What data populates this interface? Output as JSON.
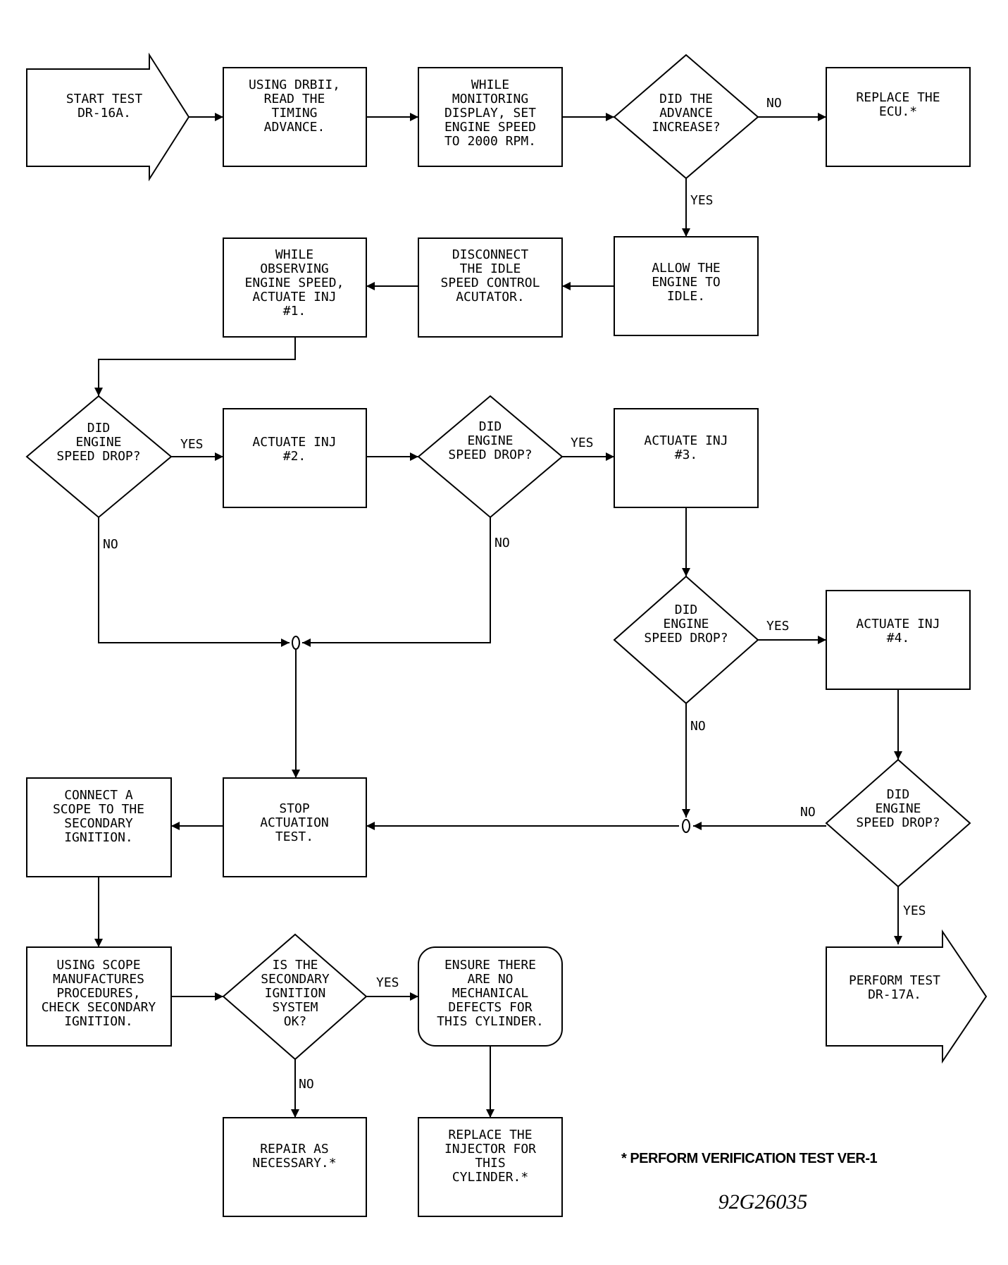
{
  "nodes": {
    "start": "START TEST\nDR-16A.",
    "read_timing": "USING DRBII,\nREAD THE\nTIMING\nADVANCE.",
    "set_speed": "WHILE\nMONITORING\nDISPLAY, SET\nENGINE SPEED\nTO 2000 RPM.",
    "advance_increase": "DID THE\nADVANCE\nINCREASE?",
    "replace_ecu": "REPLACE THE\nECU.*",
    "allow_idle": "ALLOW THE\nENGINE TO\nIDLE.",
    "disconnect_isc": "DISCONNECT\nTHE IDLE\nSPEED CONTROL\nACUTATOR.",
    "actuate_inj1": "WHILE\nOBSERVING\nENGINE SPEED,\nACTUATE INJ\n#1.",
    "drop1": "DID\nENGINE\nSPEED DROP?",
    "actuate_inj2": "ACTUATE INJ\n#2.",
    "drop2": "DID\nENGINE\nSPEED DROP?",
    "actuate_inj3": "ACTUATE INJ\n#3.",
    "drop3": "DID\nENGINE\nSPEED DROP?",
    "actuate_inj4": "ACTUATE INJ\n#4.",
    "drop4": "DID\nENGINE\nSPEED DROP?",
    "perform_test": "PERFORM TEST\nDR-17A.",
    "stop_actuation": "STOP\nACTUATION\nTEST.",
    "connect_scope": "CONNECT A\nSCOPE TO THE\nSECONDARY\nIGNITION.",
    "check_secondary": "USING SCOPE\nMANUFACTURES\nPROCEDURES,\nCHECK SECONDARY\nIGNITION.",
    "secondary_ok": "IS THE\nSECONDARY\nIGNITION\nSYSTEM\nOK?",
    "ensure_no_defects": "ENSURE THERE\nARE NO\nMECHANICAL\nDEFECTS FOR\nTHIS CYLINDER.",
    "repair": "REPAIR AS\nNECESSARY.*",
    "replace_injector": "REPLACE THE\nINJECTOR FOR\nTHIS\nCYLINDER.*"
  },
  "edge_labels": {
    "yes": "YES",
    "no": "NO"
  },
  "footnote": "* PERFORM VERIFICATION TEST VER-1",
  "figure_id": "92G26035"
}
